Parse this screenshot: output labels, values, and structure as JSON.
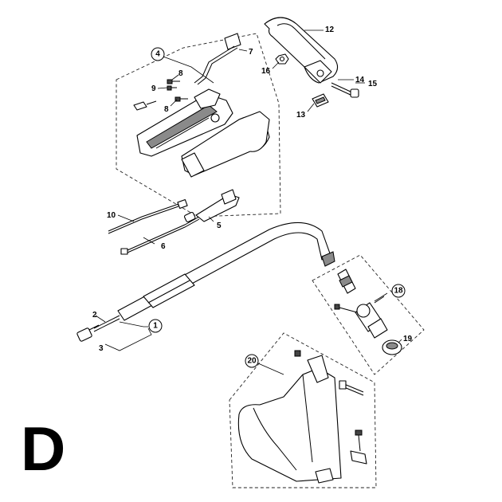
{
  "section_letter": "D",
  "callouts": {
    "p1": "1",
    "p2": "2",
    "p3": "3",
    "p4": "4",
    "p5": "5",
    "p6": "6",
    "p7": "7",
    "p8a": "8",
    "p8b": "8",
    "p9": "9",
    "p10": "10",
    "p12": "12",
    "p13": "13",
    "p14": "14",
    "p15": "15",
    "p16": "16",
    "p18": "18",
    "p19": "19",
    "p20": "20"
  }
}
